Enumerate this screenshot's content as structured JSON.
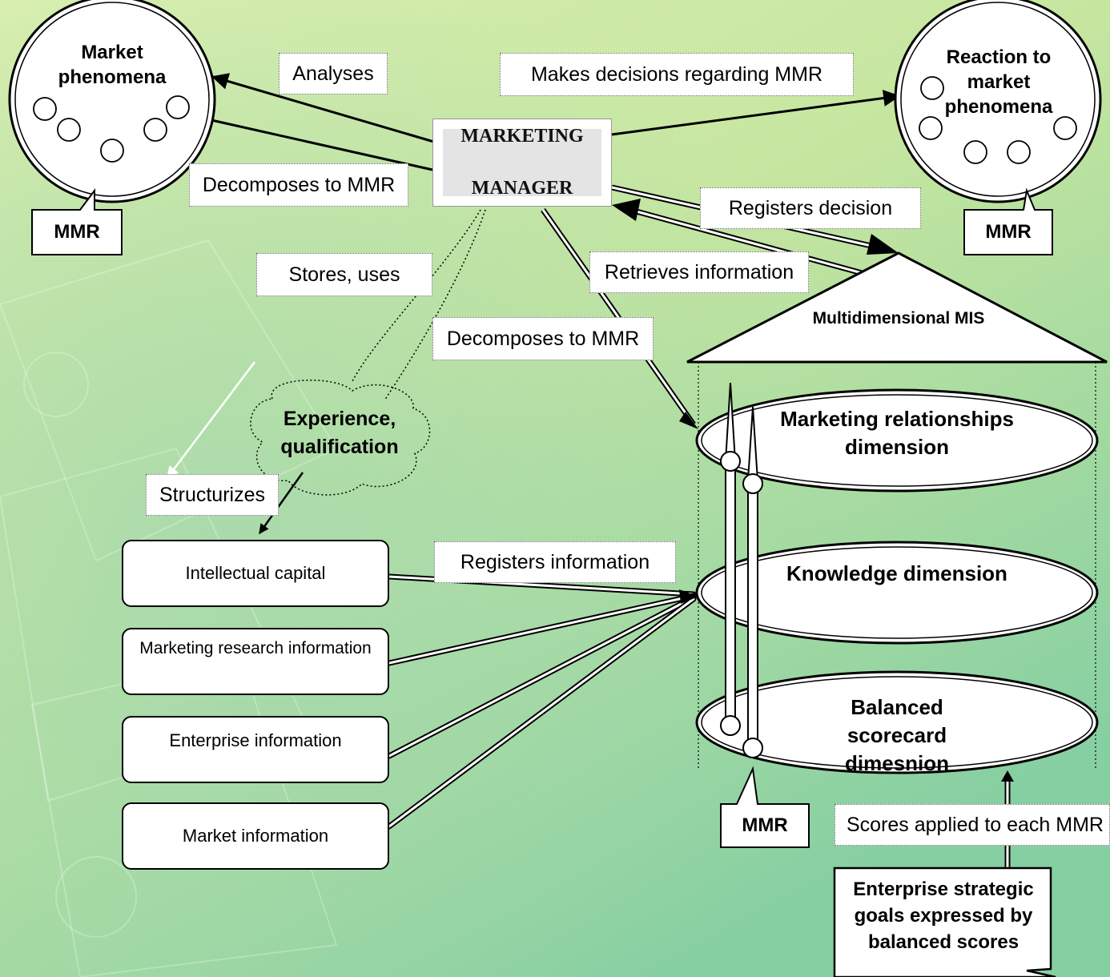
{
  "manager": {
    "line1": "MARKETING",
    "line2": "MANAGER"
  },
  "phenomena": {
    "market": "Market phenomena",
    "reaction": "Reaction to market phenomena"
  },
  "mmr_label": "MMR",
  "edge_labels": {
    "analyses": "Analyses",
    "makes_decisions": "Makes decisions regarding MMR",
    "decomposes_top": "Decomposes to MMR",
    "registers_decision": "Registers decision",
    "retrieves_information": "Retrieves information",
    "stores_uses": "Stores, uses",
    "decomposes_mid": "Decomposes to MMR",
    "structurizes": "Structurizes",
    "registers_information": "Registers information",
    "scores_applied": "Scores applied to each MMR"
  },
  "experience": "Experience, qualification",
  "mis_title": "Multidimensional MIS",
  "dimensions": [
    "Marketing relationships dimension",
    "Knowledge dimension",
    "Balanced scorecard dimesnion"
  ],
  "information_sources": [
    "Intellectual capital",
    "Marketing research information",
    "Enterprise information",
    "Market information"
  ],
  "strategic_goals": "Enterprise strategic goals expressed by balanced scores",
  "colors": {
    "background_top": "#d8f0a8",
    "background_bottom": "#7ec89a",
    "manager_fill": "#e4e4e4"
  }
}
